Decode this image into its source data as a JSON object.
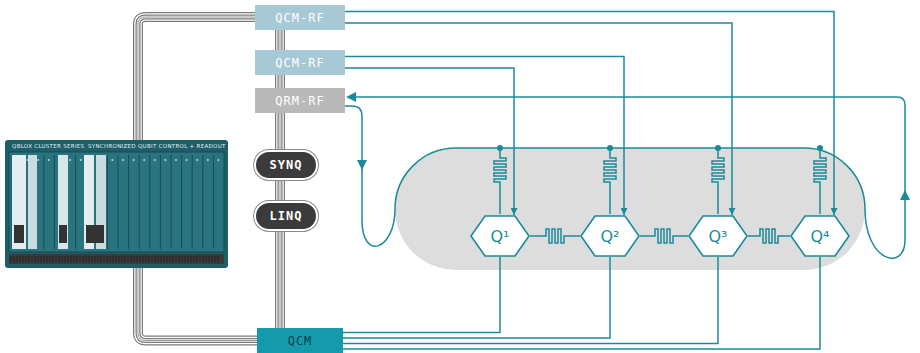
{
  "diagram": {
    "nodes": [
      {
        "text": [
          "QCM-RF"
        ]
      },
      {
        "text": [
          "QCM-RF"
        ]
      },
      {
        "text": [
          "QRM-RF"
        ]
      },
      {
        "text": [
          "SYNQ"
        ]
      },
      {
        "text": [
          "LINQ"
        ]
      },
      {
        "text": [
          "Q¹"
        ]
      },
      {
        "text": [
          "Q²"
        ]
      },
      {
        "text": [
          "Q³"
        ]
      },
      {
        "text": [
          "Q⁴"
        ]
      },
      {
        "text": [
          "QCM"
        ]
      }
    ],
    "edges": [
      {
        "from": 0,
        "to": 8,
        "arrow": "to"
      },
      {
        "from": 0,
        "to": 7,
        "arrow": "to"
      },
      {
        "from": 1,
        "to": 6,
        "arrow": "to"
      },
      {
        "from": 1,
        "to": 5,
        "arrow": "to"
      },
      {
        "from": 9,
        "to": 5,
        "arrow": "none"
      },
      {
        "from": 9,
        "to": 6,
        "arrow": "none"
      },
      {
        "from": 9,
        "to": 7,
        "arrow": "none"
      },
      {
        "from": 9,
        "to": 8,
        "arrow": "none"
      }
    ],
    "labels": [
      "QBLOX CLUSTER SERIES",
      "SYNCHRONIZED QUBIT CONTROL + READOUT"
    ]
  }
}
